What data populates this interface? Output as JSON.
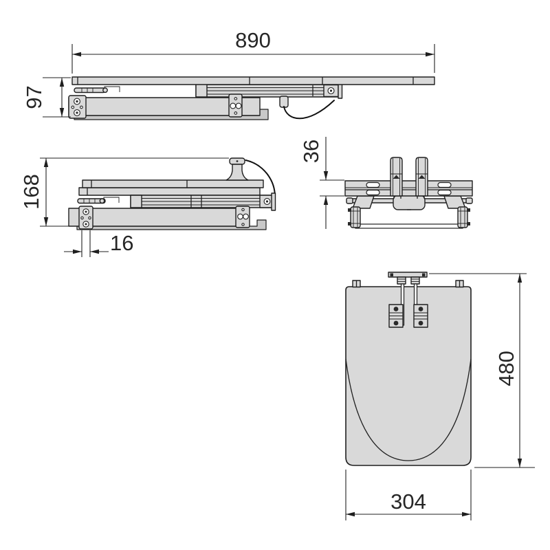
{
  "drawing": {
    "background": "#ffffff",
    "line_color": "#1f1f1f",
    "part_fill": "#d9d9d9",
    "shade_fill": "#c9c9c9",
    "dimensions": {
      "extended_length": "890",
      "extended_height": "97",
      "folded_height": "168",
      "base_offset": "16",
      "rail_height": "36",
      "board_depth": "480",
      "board_width": "304"
    }
  }
}
